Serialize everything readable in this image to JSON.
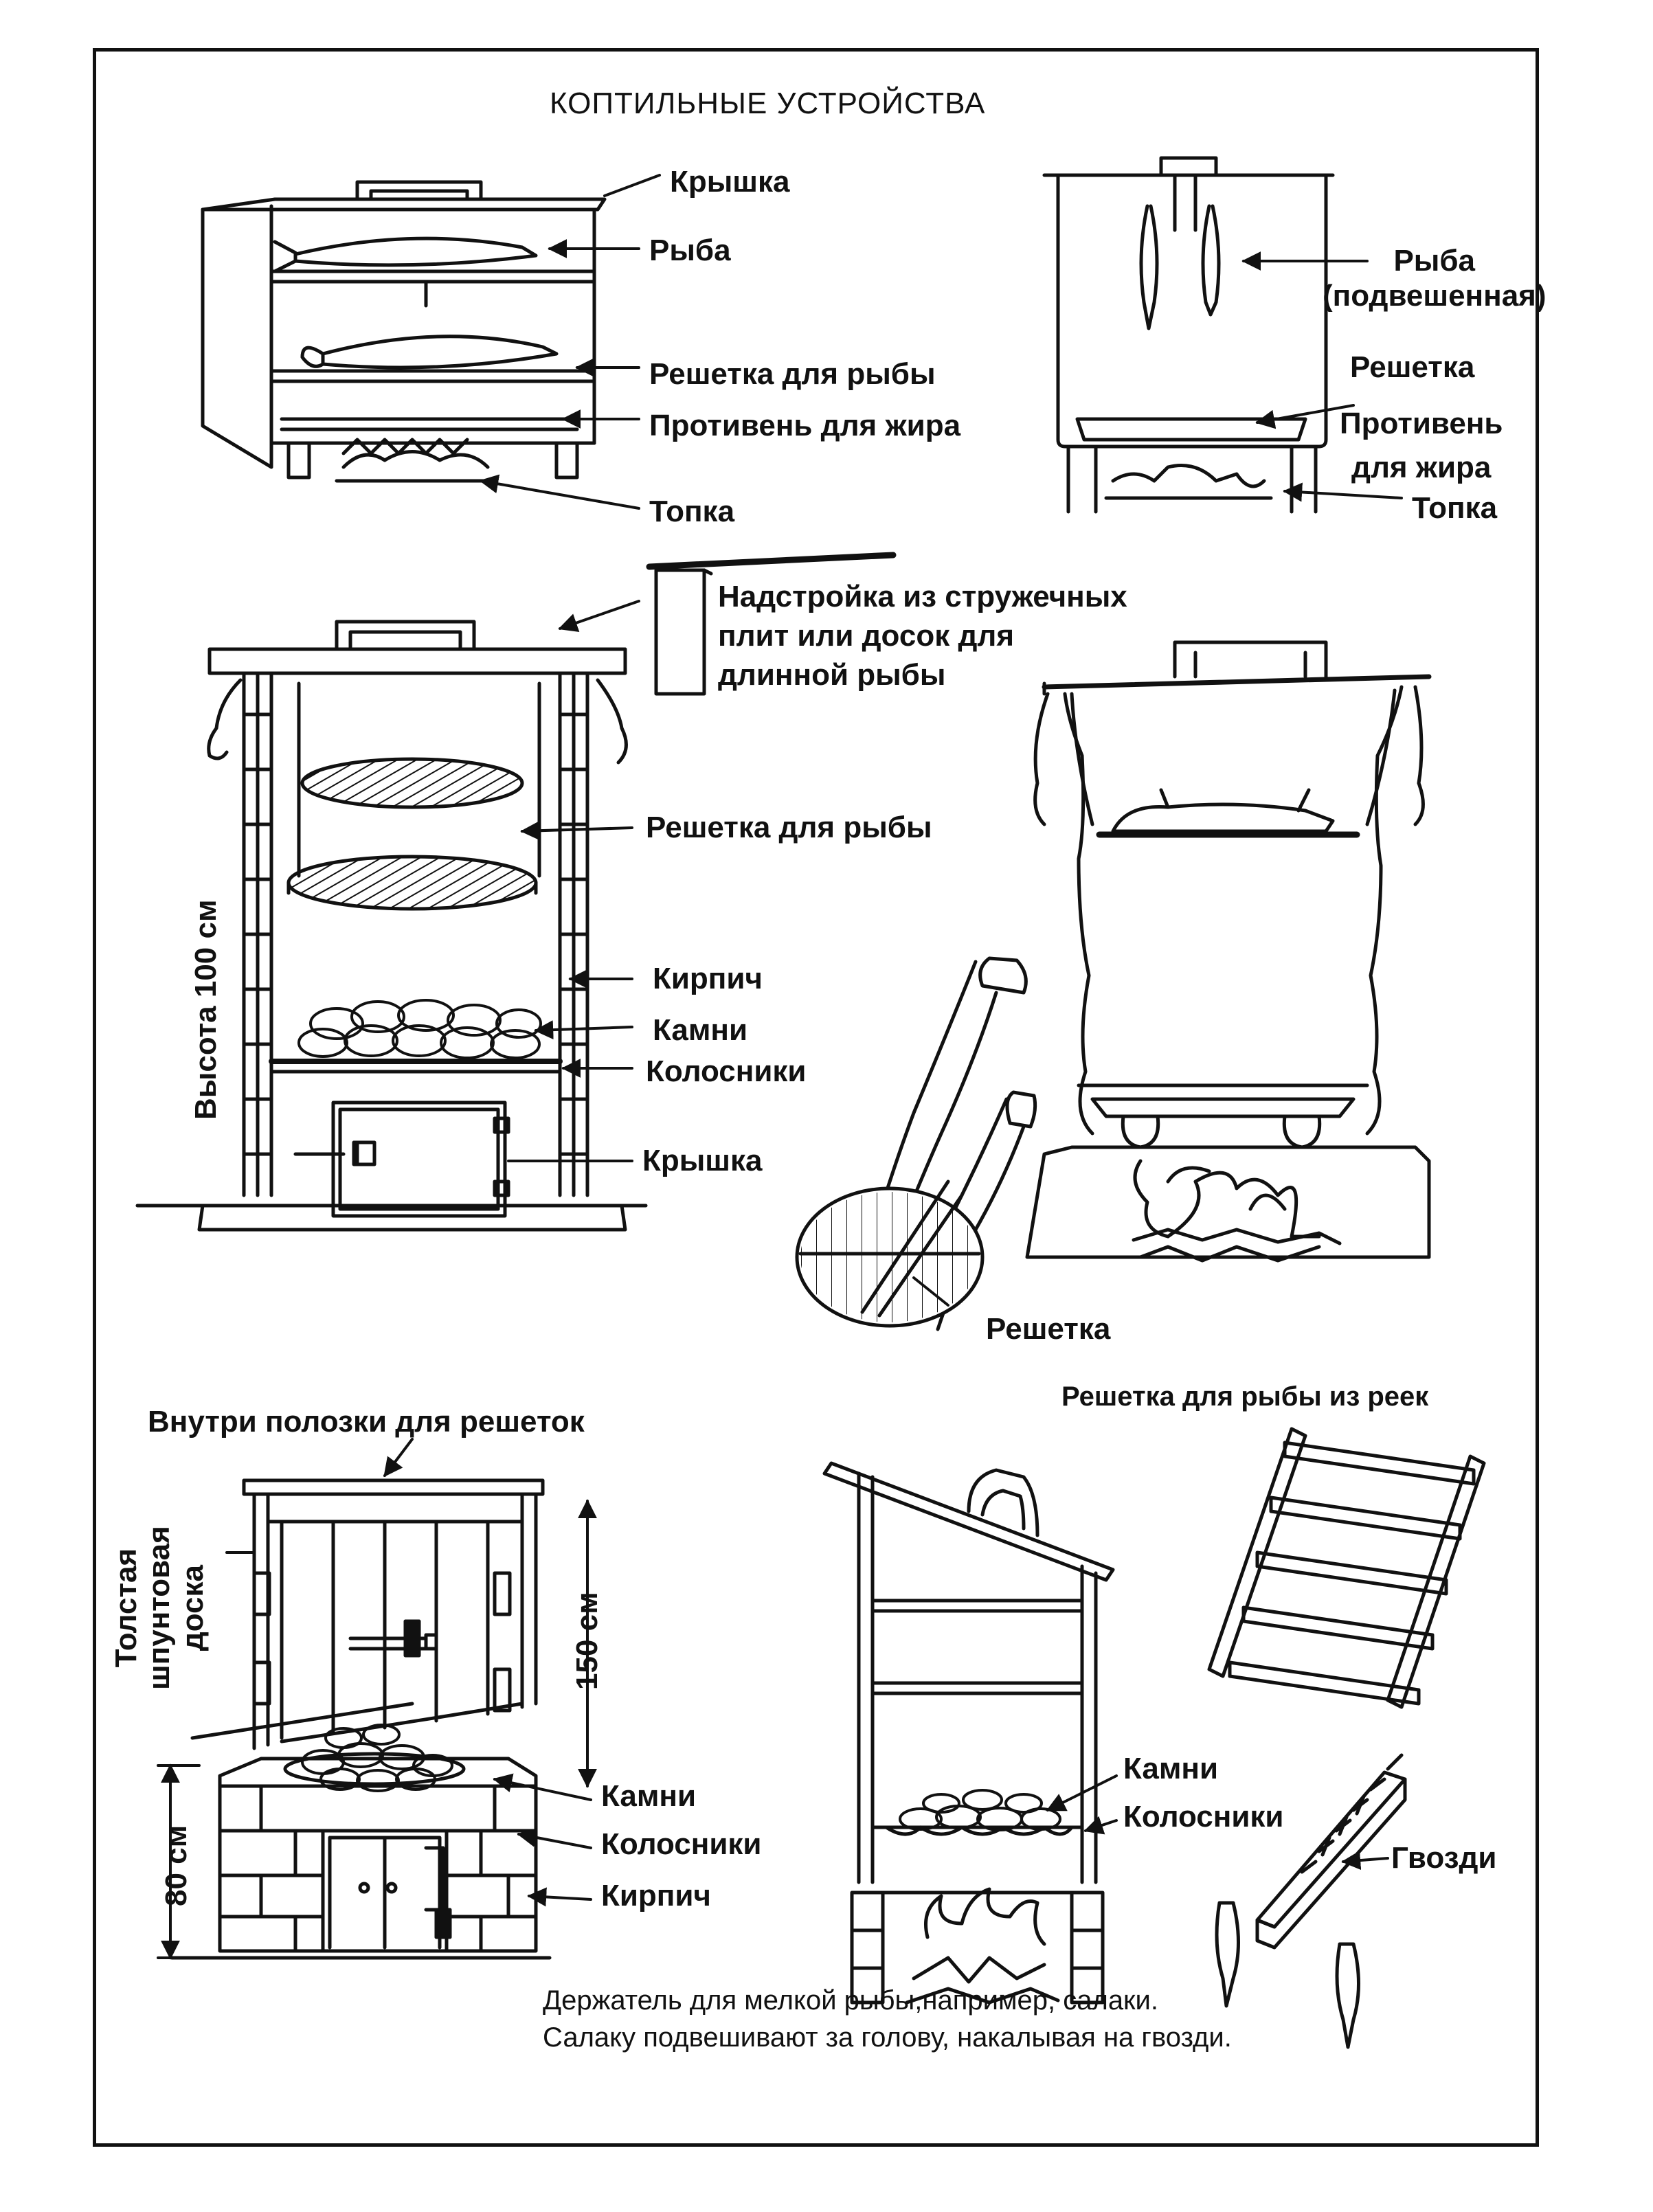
{
  "title": "КОПТИЛЬНЫЕ УСТРОЙСТВА",
  "labels": {
    "lid_1": "Крышка",
    "fish_1": "Рыба",
    "fish_rack_1": "Решетка для рыбы",
    "grease_pan_1": "Противень для жира",
    "firebox_1": "Топка",
    "fish_hanging": "Рыба\n(подвешенная)",
    "rack_2": "Решетка",
    "grease_pan_2": "Противень\nдля жира",
    "firebox_2": "Топка",
    "extension": "Надстройка из стружечных\nплит или досок для\nдлинной рыбы",
    "fish_rack_3": "Решетка для рыбы",
    "height_100": "Высота 100 см",
    "brick_3": "Кирпич",
    "stones_3": "Камни",
    "grate_3": "Колосники",
    "lid_3": "Крышка",
    "rack_4": "Решетка",
    "inside_strips": "Внутри полозки для решеток",
    "thick_board": "Толстая\nшпунтовая\nдоска",
    "height_150": "150 см",
    "height_80": "80 см",
    "stones_5": "Камни",
    "grate_5": "Колосники",
    "brick_5": "Кирпич",
    "slat_rack": "Решетка для рыбы из реек",
    "stones_6": "Камни",
    "grate_6": "Колосники",
    "nails": "Гвозди"
  },
  "caption": "Держатель для мелкой рыбы,например, салаки. Салаку подвешивают за голову, накалывая на гвозди.",
  "colors": {
    "ink": "#111111",
    "paper": "#ffffff"
  }
}
